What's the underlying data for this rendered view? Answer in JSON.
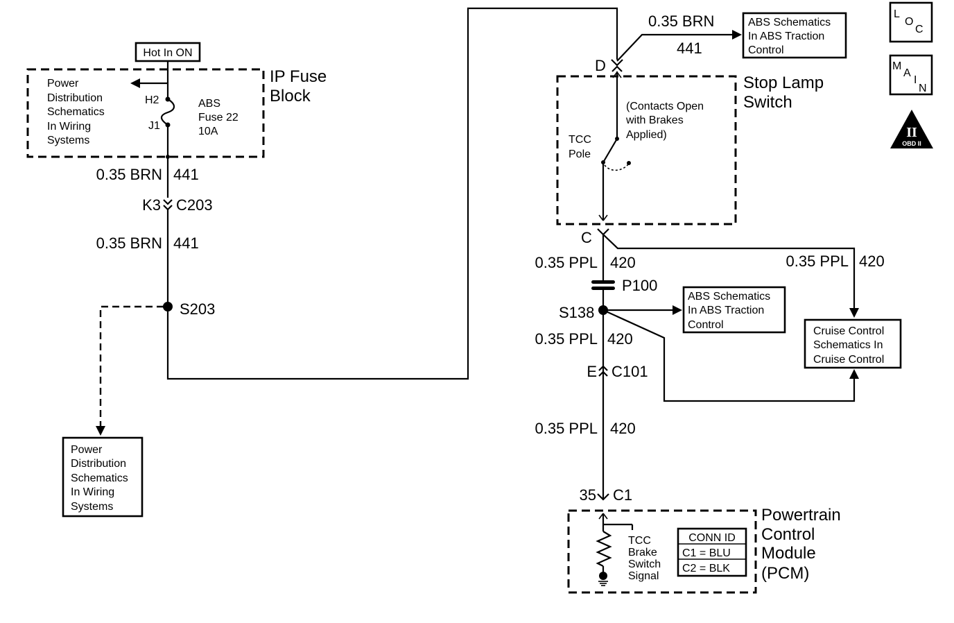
{
  "hot_label": "Hot In ON",
  "ip_fuse_block": {
    "line1": "IP Fuse",
    "line2": "Block"
  },
  "power_dist_inner": [
    "Power",
    "Distribution",
    "Schematics",
    "In Wiring",
    "Systems"
  ],
  "fuse": {
    "pin_h2": "H2",
    "pin_j1": "J1",
    "line1": "ABS",
    "line2": "Fuse 22",
    "line3": "10A"
  },
  "left_wires": {
    "w1_gauge": "0.35 BRN",
    "w1_circuit": "441",
    "c203_pin": "K3",
    "c203_name": "C203",
    "w2_gauge": "0.35 BRN",
    "w2_circuit": "441",
    "splice": "S203"
  },
  "power_dist_outer": [
    "Power",
    "Distribution",
    "Schematics",
    "In Wiring",
    "Systems"
  ],
  "top_wire": {
    "gauge": "0.35 BRN",
    "circuit": "441"
  },
  "abs_top": [
    "ABS Schematics",
    "In ABS Traction",
    "Control"
  ],
  "stop_lamp": {
    "pin_d": "D",
    "pin_c": "C",
    "title1": "Stop Lamp",
    "title2": "Switch",
    "note": [
      "(Contacts Open",
      "with Brakes",
      "Applied)"
    ],
    "pole": [
      "TCC",
      "Pole"
    ]
  },
  "right_wires": {
    "w1_gauge": "0.35 PPL",
    "w1_circuit": "420",
    "branch_gauge": "0.35 PPL",
    "branch_circuit": "420",
    "p100": "P100",
    "splice": "S138",
    "w2_gauge": "0.35 PPL",
    "w2_circuit": "420",
    "c101_pin": "E",
    "c101_name": "C101",
    "w3_gauge": "0.35 PPL",
    "w3_circuit": "420",
    "c1_pin": "35",
    "c1_name": "C1"
  },
  "abs_mid": [
    "ABS Schematics",
    "In ABS Traction",
    "Control"
  ],
  "cruise": [
    "Cruise Control",
    "Schematics In",
    "Cruise Control"
  ],
  "pcm": {
    "title": [
      "Powertrain",
      "Control",
      "Module",
      "(PCM)"
    ],
    "signal": [
      "TCC",
      "Brake",
      "Switch",
      "Signal"
    ],
    "conn_header": "CONN ID",
    "conn_rows": [
      "C1 = BLU",
      "C2 = BLK"
    ]
  },
  "icons": {
    "loc": {
      "l": "L",
      "o": "O",
      "c": "C"
    },
    "main": {
      "m": "M",
      "a": "A",
      "i": "I",
      "n": "N"
    },
    "obd": {
      "numeral": "II",
      "label": "OBD II"
    }
  }
}
